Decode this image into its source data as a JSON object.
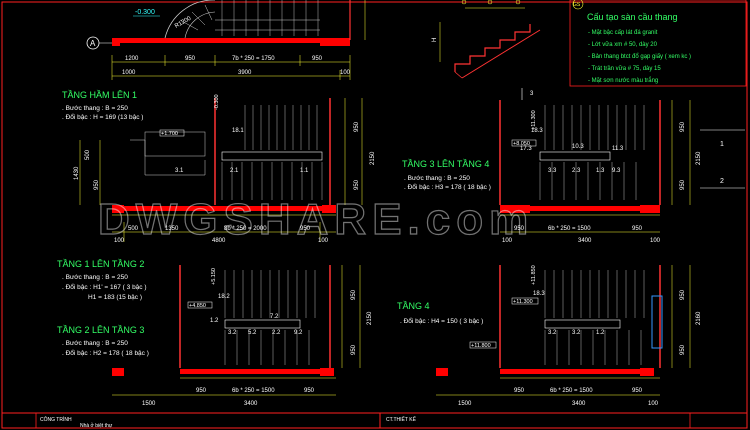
{
  "top": {
    "dims_row1": [
      "1200",
      "950",
      "7b * 250 = 1750",
      "950"
    ],
    "dims_row2": [
      "1000",
      "3900",
      "100"
    ],
    "elev": "-0.300",
    "radius": "R1200",
    "axis": "A",
    "h_label": "H"
  },
  "legend": {
    "title": "Cấu tạo sàn cầu thang",
    "marker": "GS",
    "items": [
      "- Mặt bậc cấp lát đá granit",
      "- Lớt vữa xm # 50, dày 20",
      "- Bản thang btct đổ gạp giấy ( xem kc )",
      "- Trát trần vữa # 75, dày 15",
      "- Mặt sơn nước màu trắng"
    ]
  },
  "p1": {
    "title": "TẦNG HẦM LÊN 1",
    "notes": [
      ". Bước thang : B = 250",
      ". Đổi bậc : H = 169 (13 bậc )"
    ],
    "elev_top": "+1.700",
    "elev_bot": "-0.300",
    "nums_upper": [
      "18.1"
    ],
    "nums_lower": [
      "3.1",
      "2.1",
      "1.1"
    ],
    "dims_row1": [
      "500",
      "1350",
      "8b * 250 = 2000",
      "950"
    ],
    "dims_row2": [
      "100",
      "4800",
      "100"
    ],
    "dims_left": [
      "500",
      "950",
      "1430"
    ],
    "dims_right": [
      "950",
      "950",
      "2150"
    ]
  },
  "p2": {
    "title": "TẦNG 3 LÊN TẦNG 4",
    "notes": [
      ". Bước thang : B = 250",
      ". Đổi bậc : H3 = 178 ( 18 bậc )"
    ],
    "elev_top": "+11.300",
    "elev_mid": "+8.050",
    "nums_upper": [
      "18.3"
    ],
    "nums_lower": [
      "3.3",
      "2.3",
      "1.3",
      "11.3",
      "10.3",
      "9.3"
    ],
    "num_alt": "17.3",
    "dims_row1": [
      "950",
      "6b * 250 = 1500",
      "950"
    ],
    "dims_row2": [
      "100",
      "3400",
      "100"
    ],
    "dims_right": [
      "950",
      "950",
      "2150"
    ],
    "axis_marks": [
      "1",
      "2"
    ],
    "marker": "3"
  },
  "p3": {
    "title": "TẦNG 1 LÊN TẦNG 2",
    "notes": [
      ". Bước thang : B = 250",
      ". Đổi bậc : H1' = 167 ( 3 bậc )",
      "H1 = 183 (15 bậc )"
    ],
    "elev_top": "+5.150",
    "elev_mid": "+4.850",
    "nums_upper": [
      "18.2"
    ],
    "nums_lower": [
      "1.2",
      "3.2",
      "2.2",
      "5.2",
      "7.2",
      "9.2"
    ]
  },
  "p4": {
    "title": "TẦNG 2 LÊN TẦNG 3",
    "notes": [
      ". Bước thang : B = 250",
      ". Đổi bậc : H2 = 178 ( 18 bậc )"
    ],
    "dims_row1": [
      "950",
      "6b * 250 = 1500",
      "950"
    ],
    "dims_row2": [
      "1500",
      "3400"
    ],
    "dims_right": [
      "950",
      "950",
      "2150"
    ]
  },
  "p5": {
    "title": "TẦNG 4",
    "notes": [
      ". Đổi bậc : H4 = 150 ( 3 bậc )"
    ],
    "elev_top": "+11.850",
    "elev_mid": "+11.300",
    "elev_bot": "+11.800",
    "nums_upper": [
      "18.3"
    ],
    "nums_lower": [
      "3.2",
      "3.2",
      "1.2"
    ],
    "dims_row1": [
      "950",
      "6b * 250 = 1500",
      "950"
    ],
    "dims_row2": [
      "1500",
      "3400",
      "100"
    ],
    "dims_right": [
      "950",
      "950",
      "2160"
    ]
  },
  "watermark": "DWGSHARE.com",
  "titleblock": {
    "c1_label": "CÔNG TRÌNH",
    "c1_value": "Nhà ở biệt thự",
    "c2_label": "CT.THIẾT KẾ"
  },
  "colors": {
    "frame": "#ff2020",
    "dim": "#ffff33",
    "title": "#33ff66",
    "note": "#ffffff",
    "wall": "#ff0000"
  }
}
